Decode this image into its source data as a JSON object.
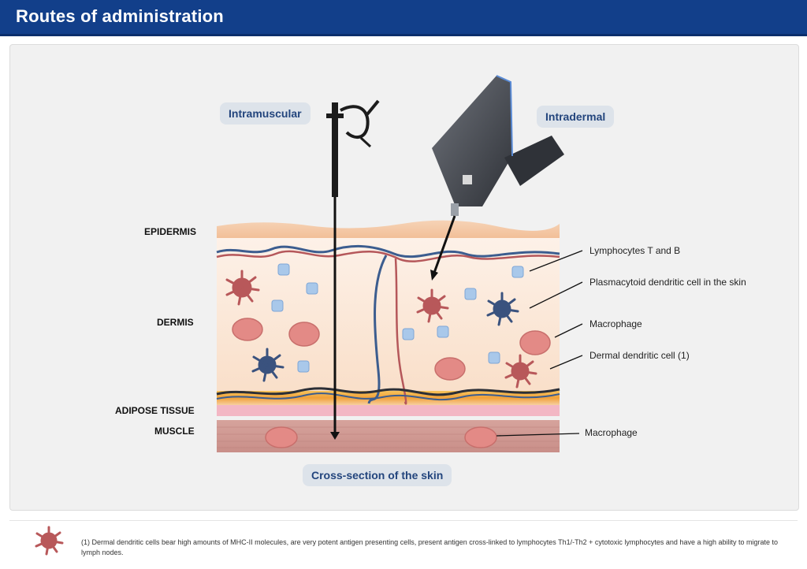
{
  "header": {
    "title": "Routes of administration"
  },
  "routes": {
    "intramuscular": "Intramuscular",
    "intradermal": "Intradermal"
  },
  "layers": {
    "epidermis": "EPIDERMIS",
    "dermis": "DERMIS",
    "adipose": "ADIPOSE TISSUE",
    "muscle": "MUSCLE"
  },
  "callouts": {
    "lymphocytes": "Lymphocytes T and B",
    "plasmacytoid": "Plasmacytoid dendritic cell in the skin",
    "macrophage_dermis": "Macrophage",
    "dermal_dc": "Dermal dendritic cell (1)",
    "macrophage_muscle": "Macrophage"
  },
  "caption": "Cross-section of the skin",
  "footnote": "(1) Dermal dendritic cells bear high amounts of MHC-II molecules, are very potent antigen presenting cells, present antigen cross-linked to lymphocytes Th1/-Th2 + cytotoxic lymphocytes and have a high ability to migrate to lymph nodes.",
  "colors": {
    "header": "#123f8a",
    "epidermis": "#f5c9a6",
    "dermis": "#fbe9dd",
    "adipose": "#f2a33a",
    "muscle": "#d9a49d",
    "dendritic_red": "#b8585a",
    "dendritic_blue": "#3a527e",
    "lymphocyte": "#a9c8ea",
    "macrophage": "#e38a86"
  }
}
